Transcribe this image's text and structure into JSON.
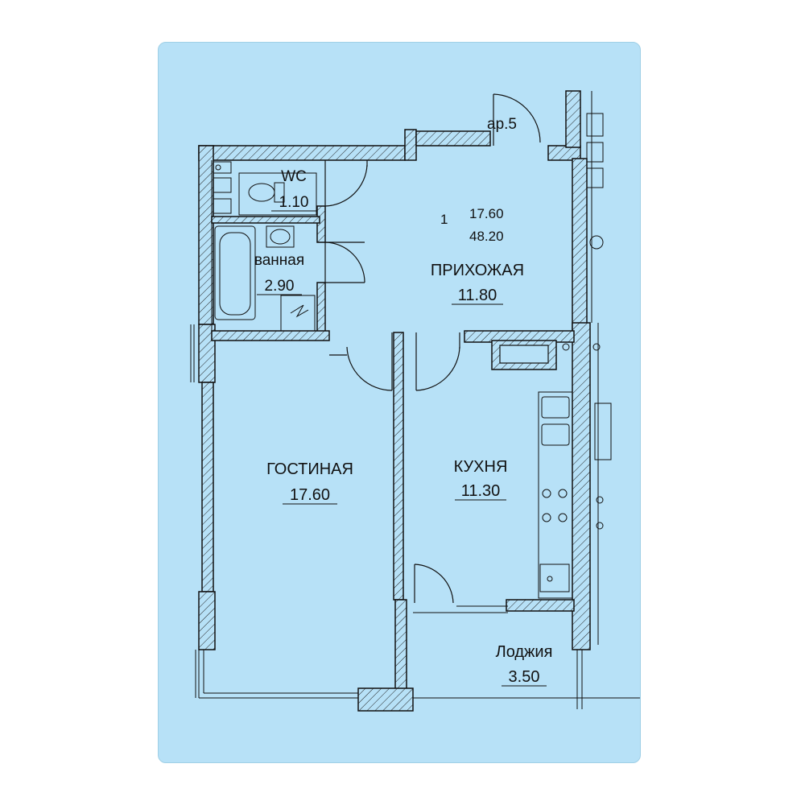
{
  "apartment": {
    "number": "1",
    "living_area": "17.60",
    "total_area": "48.20"
  },
  "entrance": "ар.5",
  "rooms": [
    {
      "id": "wc",
      "name": "WC",
      "area": "1.10"
    },
    {
      "id": "bath",
      "name": "ванная",
      "area": "2.90"
    },
    {
      "id": "hall",
      "name": "ПРИХОЖАЯ",
      "area": "11.80"
    },
    {
      "id": "living",
      "name": "ГОСТИНАЯ",
      "area": "17.60"
    },
    {
      "id": "kitchen",
      "name": "КУХНЯ",
      "area": "11.30"
    },
    {
      "id": "loggia",
      "name": "Лоджия",
      "area": "3.50"
    }
  ]
}
